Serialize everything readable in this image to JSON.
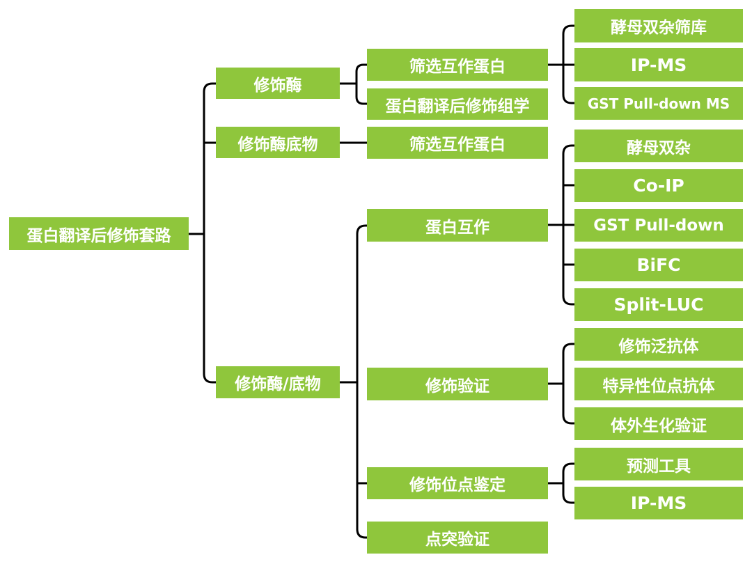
{
  "root": "蛋白翻译后修饰套路",
  "level1": {
    "enzyme": "修饰酶",
    "enzyme_substrate": "修饰酶底物",
    "enzyme_or_substrate": "修饰酶/底物"
  },
  "level2": {
    "screen_interactors": "筛选互作蛋白",
    "ptm_omics": "蛋白翻译后修饰组学",
    "screen_interactors_2": "筛选互作蛋白",
    "protein_interaction": "蛋白互作",
    "modification_validation": "修饰验证",
    "site_identification": "修饰位点鉴定",
    "point_mutation_validation": "点突验证"
  },
  "level3": {
    "y2h_library": "酵母双杂筛库",
    "ip_ms": "IP-MS",
    "gst_pulldown_ms": "GST Pull-down MS",
    "y2h": "酵母双杂",
    "co_ip": "Co-IP",
    "gst_pulldown": "GST Pull-down",
    "bifc": "BiFC",
    "split_luc": "Split-LUC",
    "pan_antibody": "修饰泛抗体",
    "site_antibody": "特异性位点抗体",
    "in_vitro_assay": "体外生化验证",
    "prediction_tools": "预测工具",
    "ip_ms_2": "IP-MS"
  },
  "colors": {
    "node_fill": "#8fc63c",
    "node_text": "#ffffff",
    "connector": "#000000"
  }
}
